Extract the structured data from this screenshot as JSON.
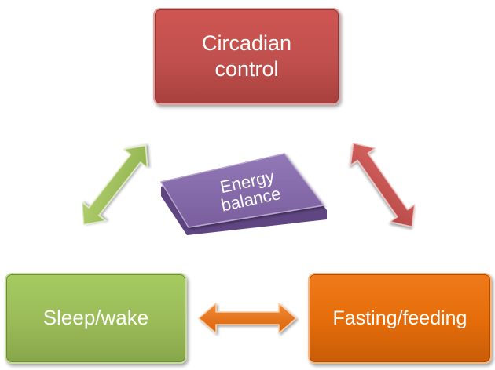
{
  "nodes": {
    "circadian": {
      "label": "Circadian\ncontrol",
      "color": "#c0504d"
    },
    "sleep": {
      "label": "Sleep/wake",
      "color": "#9bbb59"
    },
    "fasting": {
      "label": "Fasting/feeding",
      "color": "#e46c0a"
    },
    "energy": {
      "label": "Energy\nbalance",
      "color": "#8064a2"
    }
  },
  "connectors": [
    {
      "from": "circadian",
      "to": "sleep",
      "type": "double-arrow",
      "color": "#9bbb59"
    },
    {
      "from": "circadian",
      "to": "fasting",
      "type": "double-arrow",
      "color": "#c0504d"
    },
    {
      "from": "sleep",
      "to": "fasting",
      "type": "double-arrow",
      "color": "#e46c0a"
    }
  ]
}
